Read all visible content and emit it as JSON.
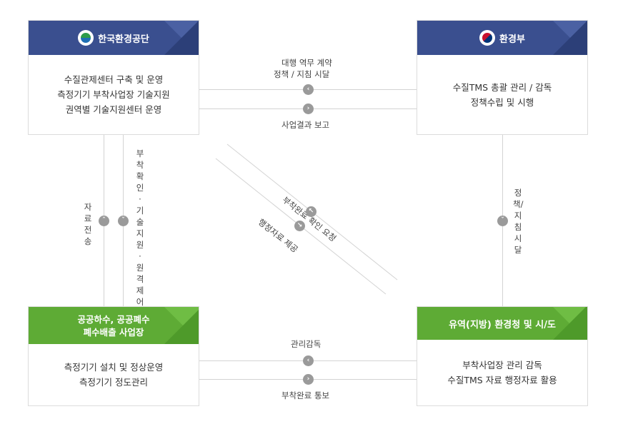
{
  "nodes": {
    "keco": {
      "title": "한국환경공단",
      "logo_icon": "keco-logo-icon",
      "lines": [
        "수질관제센터 구축 및 운영",
        "측정기기 부착사업장 기술지원",
        "권역별 기술지원센터 운영"
      ]
    },
    "moe": {
      "title": "환경부",
      "logo_icon": "moe-taegeuk-logo-icon",
      "lines": [
        "수질TMS 총괄 관리 / 감독",
        "정책수립 및 시행"
      ]
    },
    "facility": {
      "title_lines": [
        "공공하수, 공공폐수",
        "폐수배출 사업장"
      ],
      "lines": [
        "측정기기 설치 및 정상운영",
        "측정기기 정도관리"
      ]
    },
    "regional": {
      "title": "유역(지방) 환경청 및 시/도",
      "lines": [
        "부착사업장 관리 감독",
        "수질TMS 자료 행정자료 활용"
      ]
    }
  },
  "edges": {
    "top_to_left": [
      "대행 역무 계약",
      "정책 / 지침 시달"
    ],
    "top_to_right": "사업결과 보고",
    "left_up": "자료전송",
    "left_down": "부착확인·기술지원·원격제어",
    "right_down": "정책/지침 시달",
    "diag_upper": "부착완료 확인 요청",
    "diag_lower": "행정자료 제공",
    "bottom_to_left": "관리감독",
    "bottom_to_right": "부착완료 통보"
  },
  "colors": {
    "header_blue": "#3a4f8f",
    "header_green": "#5eab35",
    "line_gray": "#d3d3d3",
    "arrow_gray": "#9a9a9a"
  }
}
